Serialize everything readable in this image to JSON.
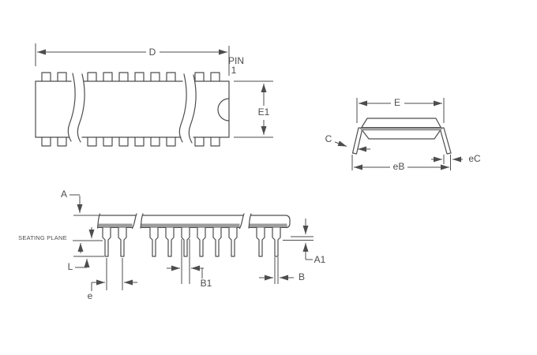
{
  "drawing": {
    "description": "DIP package mechanical outline drawing with three views",
    "colors": {
      "line": "#4d4d4d",
      "stripe": "#9c9c9c",
      "bg": "#ffffff"
    },
    "top_view": {
      "labels": {
        "d": "D",
        "pin_word": "PIN",
        "pin_number": "1",
        "e1": "E1"
      }
    },
    "end_view": {
      "labels": {
        "e": "E",
        "c": "C",
        "eb": "eB",
        "ec": "eC"
      }
    },
    "side_view": {
      "labels": {
        "a": "A",
        "seating_plane": "SEATING PLANE",
        "l": "L",
        "pitch": "e",
        "b1": "B1",
        "b": "B",
        "a1": "A1"
      }
    }
  }
}
